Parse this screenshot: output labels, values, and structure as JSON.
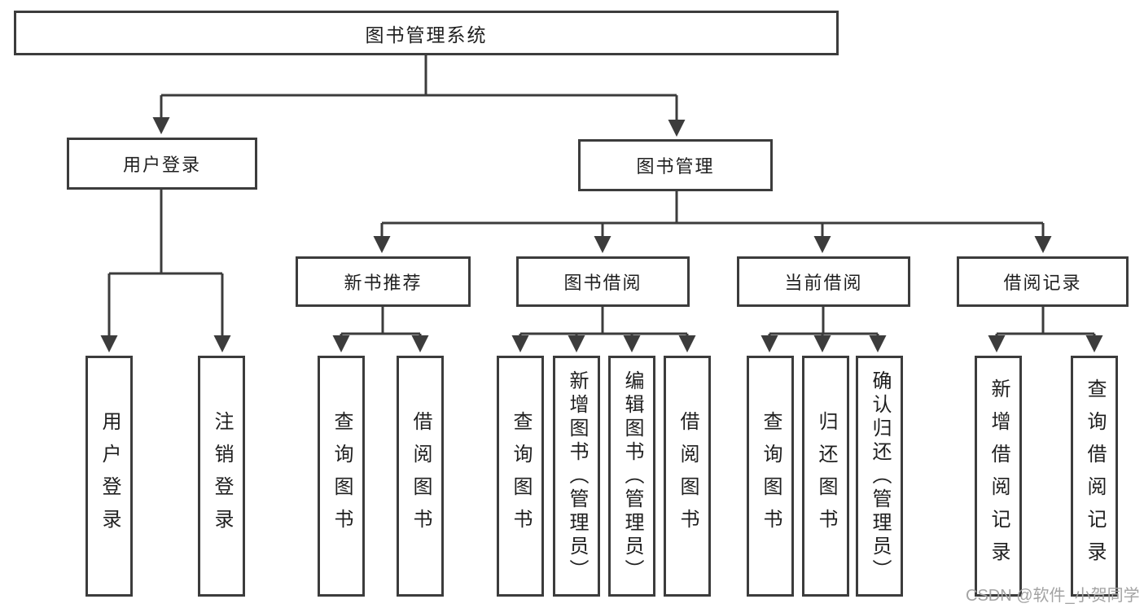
{
  "diagram": {
    "root": {
      "label": "图书管理系统"
    },
    "children": [
      {
        "label": "用户登录",
        "children": [
          {
            "label": "用户登录"
          },
          {
            "label": "注销登录"
          }
        ]
      },
      {
        "label": "图书管理",
        "children": [
          {
            "label": "新书推荐",
            "children": [
              {
                "label": "查询图书"
              },
              {
                "label": "借阅图书"
              }
            ]
          },
          {
            "label": "图书借阅",
            "children": [
              {
                "label": "查询图书"
              },
              {
                "label": "新增图书（管理员）"
              },
              {
                "label": "编辑图书（管理员）"
              },
              {
                "label": "借阅图书"
              }
            ]
          },
          {
            "label": "当前借阅",
            "children": [
              {
                "label": "查询图书"
              },
              {
                "label": "归还图书"
              },
              {
                "label": "确认归还（管理员）"
              }
            ]
          },
          {
            "label": "借阅记录",
            "children": [
              {
                "label": "新增借阅记录"
              },
              {
                "label": "查询借阅记录"
              }
            ]
          }
        ]
      }
    ]
  },
  "watermark": {
    "text": "CSDN @软件_小贺同学"
  },
  "colors": {
    "line": "#3c3c3c",
    "box_border": "#3c3c3c",
    "text": "#1f1f1f",
    "watermark_text": "#a3a3a3",
    "background": "#ffffff"
  }
}
